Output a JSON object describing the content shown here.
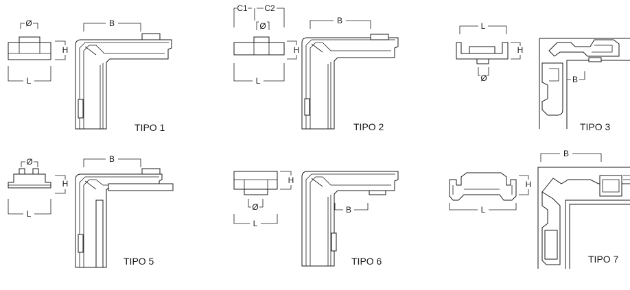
{
  "dimension_labels": {
    "diameter": "Ø",
    "width": "B",
    "height": "H",
    "length": "L",
    "c1": "C1",
    "c2": "C2"
  },
  "types": [
    {
      "id": "tipo-1",
      "label": "TIPO 1"
    },
    {
      "id": "tipo-2",
      "label": "TIPO 2"
    },
    {
      "id": "tipo-3",
      "label": "TIPO 3"
    },
    {
      "id": "tipo-5",
      "label": "TIPO 5"
    },
    {
      "id": "tipo-6",
      "label": "TIPO 6"
    },
    {
      "id": "tipo-7",
      "label": "TIPO 7"
    }
  ]
}
